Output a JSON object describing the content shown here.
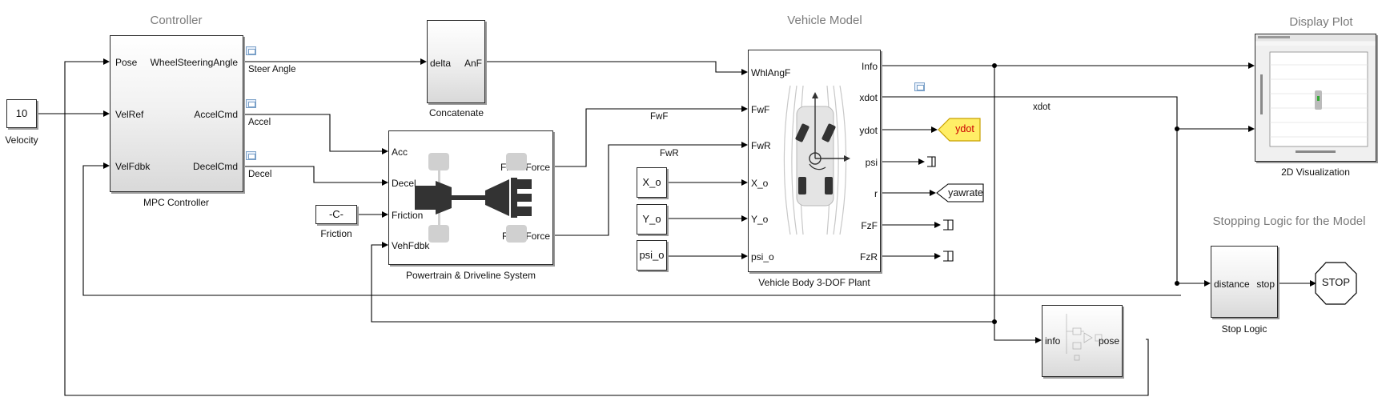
{
  "areas": {
    "controller": "Controller",
    "vehicle_model": "Vehicle Model",
    "display_plot": "Display Plot",
    "stopping_logic": "Stopping Logic for the Model"
  },
  "velocity": {
    "value": "10",
    "caption": "Velocity"
  },
  "mpc": {
    "caption": "MPC Controller",
    "in": [
      "Pose",
      "VelRef",
      "VelFdbk"
    ],
    "out": [
      "WheelSteeringAngle",
      "AccelCmd",
      "DecelCmd"
    ]
  },
  "concat": {
    "caption": "Concatenate",
    "in": "delta",
    "out": "AnF"
  },
  "powertrain": {
    "caption": "Powertrain & Driveline System",
    "in": [
      "Acc",
      "Decel",
      "Friction",
      "VehFdbk"
    ],
    "out": [
      "Front Force",
      "Rear Force"
    ]
  },
  "friction": {
    "value": "-C-",
    "caption": "Friction"
  },
  "vehicle_body": {
    "caption": "Vehicle Body 3-DOF Plant",
    "in": [
      "WhlAngF",
      "FwF",
      "FwR",
      "X_o",
      "Y_o",
      "psi_o"
    ],
    "out": [
      "Info",
      "xdot",
      "ydot",
      "psi",
      "r",
      "FzF",
      "FzR"
    ]
  },
  "constants": [
    "X_o",
    "Y_o",
    "psi_o"
  ],
  "goto_tags": {
    "ydot": "ydot",
    "yawrate": "yawrate"
  },
  "viz": {
    "caption": "2D Visualization"
  },
  "stop_logic": {
    "caption": "Stop Logic",
    "in": "distance",
    "out": "stop"
  },
  "stop_block": "STOP",
  "subsystem": {
    "in": "info",
    "out": "pose"
  },
  "signals": {
    "steer_angle": "Steer Angle",
    "accel": "Accel",
    "decel": "Decel",
    "fwf": "FwF",
    "fwr": "FwR",
    "xdot": "xdot"
  },
  "colors": {
    "line": "#000000",
    "area_title": "#7a7a7a",
    "goto_ydot_fill": "#ffee66",
    "goto_ydot_text": "#cc0000"
  }
}
